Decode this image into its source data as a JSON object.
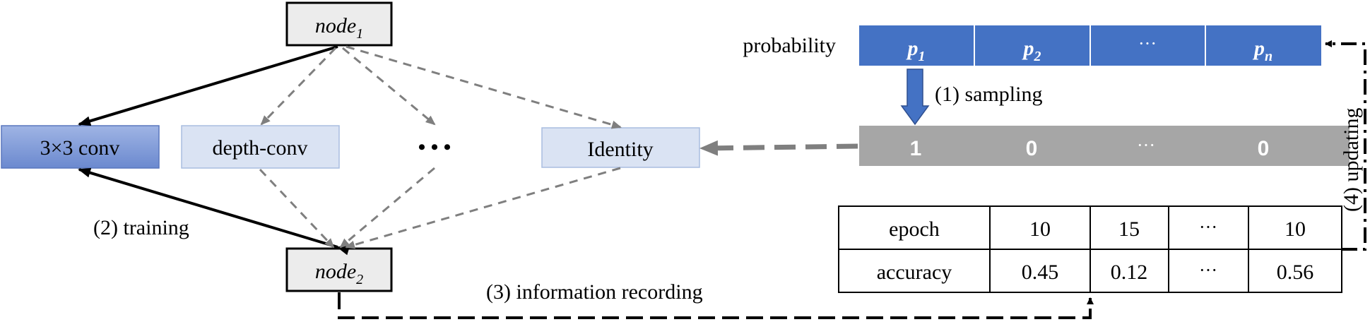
{
  "nodes": {
    "top": {
      "base": "node",
      "sub": "1"
    },
    "bottom": {
      "base": "node",
      "sub": "2"
    }
  },
  "ops": {
    "conv": "3×3 conv",
    "depth": "depth-conv",
    "dots": "• • •",
    "identity": "Identity"
  },
  "labels": {
    "probability": "probability",
    "sampling": "(1) sampling",
    "training": "(2) training",
    "recording": "(3) information recording",
    "updating": "(4) updating"
  },
  "prob_cells": [
    {
      "base": "p",
      "sub": "1"
    },
    {
      "base": "p",
      "sub": "2"
    },
    {
      "base": "···",
      "sub": ""
    },
    {
      "base": "p",
      "sub": "n"
    }
  ],
  "sample_cells": [
    "1",
    "0",
    "···",
    "0"
  ],
  "table": {
    "rows": [
      {
        "label": "epoch",
        "values": [
          "10",
          "15",
          "···",
          "10"
        ]
      },
      {
        "label": "accuracy",
        "values": [
          "0.45",
          "0.12",
          "···",
          "0.56"
        ]
      }
    ]
  },
  "colors": {
    "blue": "#4472c4",
    "blue_light": "#dae3f3",
    "blue_op": "#7b96d4",
    "gray": "#a6a6a6",
    "arrow_gray": "#7f7f7f"
  }
}
